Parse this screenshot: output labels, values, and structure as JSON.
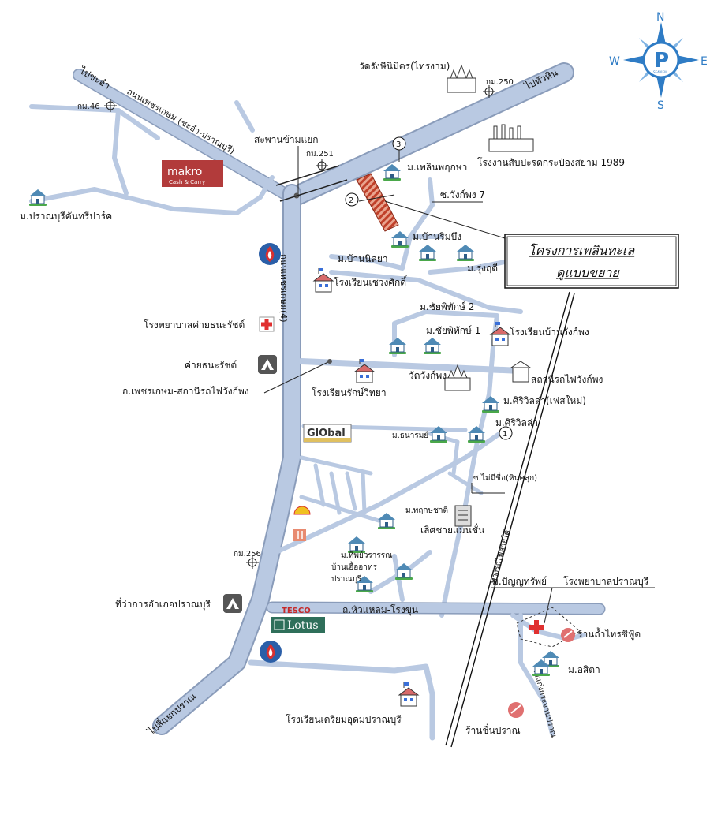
{
  "compass": {
    "n": "N",
    "s": "S",
    "e": "E",
    "w": "W",
    "logo_letter": "P",
    "logo_caption": "SEAVIEW"
  },
  "project": {
    "title": "โครงการเพลินทะเล",
    "subtitle": "ดูแบบขยาย"
  },
  "roads": {
    "petchkasem": "ถนนเพชรเกษม (ชะอำ-ปราณบุรี)",
    "to_chaam": "ไปชะอำ",
    "to_huahin": "ไปหัวหิน",
    "to_pranburi": "ไปสี่แยกปราณ",
    "main_vertical": "ถนนเพชรเกษม(4)",
    "petchkasem_station": "ถ.เพชรเกษม-สถานีรถไฟวังก์พง",
    "huahlaem": "ถ.หัวแหลม-โรงขุน",
    "railway": "ทางรถไฟสายใต้",
    "to_pranburi_road": "ไปแก่งกระจานปราณ",
    "soi_wangphong7": "ซ.วังก์พง 7",
    "soi_unnamed": "ซ.ไม่มีชื่อ(หินคลุก)"
  },
  "kilometer_markers": {
    "km46": "กม.46",
    "km250": "กม.250",
    "km251": "กม.251",
    "km256": "กม.256"
  },
  "numbers": {
    "one": "1",
    "two": "2",
    "three": "3"
  },
  "places": {
    "overpass": "สะพานข้ามแยก",
    "wat_rangsi": "วัดรังษีนิมิตร(ไทรงาม)",
    "cannery": "โรงงานสับปะรดกระป๋องสยาม 1989",
    "makro_name": "makro",
    "makro_sub": "Cash & Carry",
    "pranburi_country_park": "ม.ปราณบุรีคันทรีปาร์ค",
    "ploen_pruksa": "ม.เพลินพฤกษา",
    "ban_rimbueng": "ม.บ้านริมบึง",
    "ban_niraya": "ม.บ้านนิลยา",
    "rungruedee": "ม.รุ่งฤดี",
    "school_chuangsak": "โรงเรียนเชวงศักดิ์",
    "chaiphithak2": "ม.ชัยพิทักษ์ 2",
    "chaiphithak1": "ม.ชัยพิทักษ์ 1",
    "school_wangphong": "โรงเรียนบ้านวังก์พง",
    "hospital_camp": "โรงพยาบาลค่ายธนะรัชต์",
    "camp": "ค่ายธนะรัชต์",
    "wat_wangphong": "วัดวังก์พง",
    "station_wangphong": "สถานีรถไฟวังก์พง",
    "school_rakwittaya": "โรงเรียนรักษ์วิทยา",
    "sirivilla_new": "ม.ศิริวิลล่า(เฟสใหม่)",
    "global": "GlObal",
    "tanarom": "ม.ธนารมย์",
    "sirivilla": "ม.ศิริวิลล่า",
    "phruksachat": "ม.พฤกษชาติ",
    "lertchai_mansion": "เลิศชายแมนชั่น",
    "thipworawan": "ม.ทิพย์วรารรณ",
    "baan_ua_arthorn": "บ้านเอื้ออาทร",
    "pranburi_label": "ปราณบุรี",
    "amphoe_office": "ที่ว่าการอำเภอปราณบุรี",
    "tesco": "TESCO",
    "lotus": "Lotus",
    "panyasap": "ม.ปัญญทรัพย์",
    "hospital_pranburi": "โรงพยาบาลปราณบุรี",
    "seafood_shop": "ร้านถ้ำไทรซีฟู้ด",
    "asita": "ม.อสิตา",
    "school_triam": "โรงเรียนเตรียมอุดมปราณบุรี",
    "shop_pran": "ร้านชื่นปราณ"
  },
  "colors": {
    "road": "#b9c9e2",
    "road_edge": "#8a9cba",
    "ptt_blue": "#2b5fa8",
    "ptt_red": "#d83030",
    "hospital_red": "#e03030",
    "makro_red": "#b23b3b",
    "plot_stripe": "#c0402a"
  },
  "icons": [
    "compass-rose-icon",
    "house-icon",
    "temple-icon",
    "factory-icon",
    "gas-station-icon",
    "hospital-cross-icon",
    "camp-tent-icon",
    "school-icon",
    "shell-icon",
    "mansion-icon",
    "km-marker-icon"
  ]
}
